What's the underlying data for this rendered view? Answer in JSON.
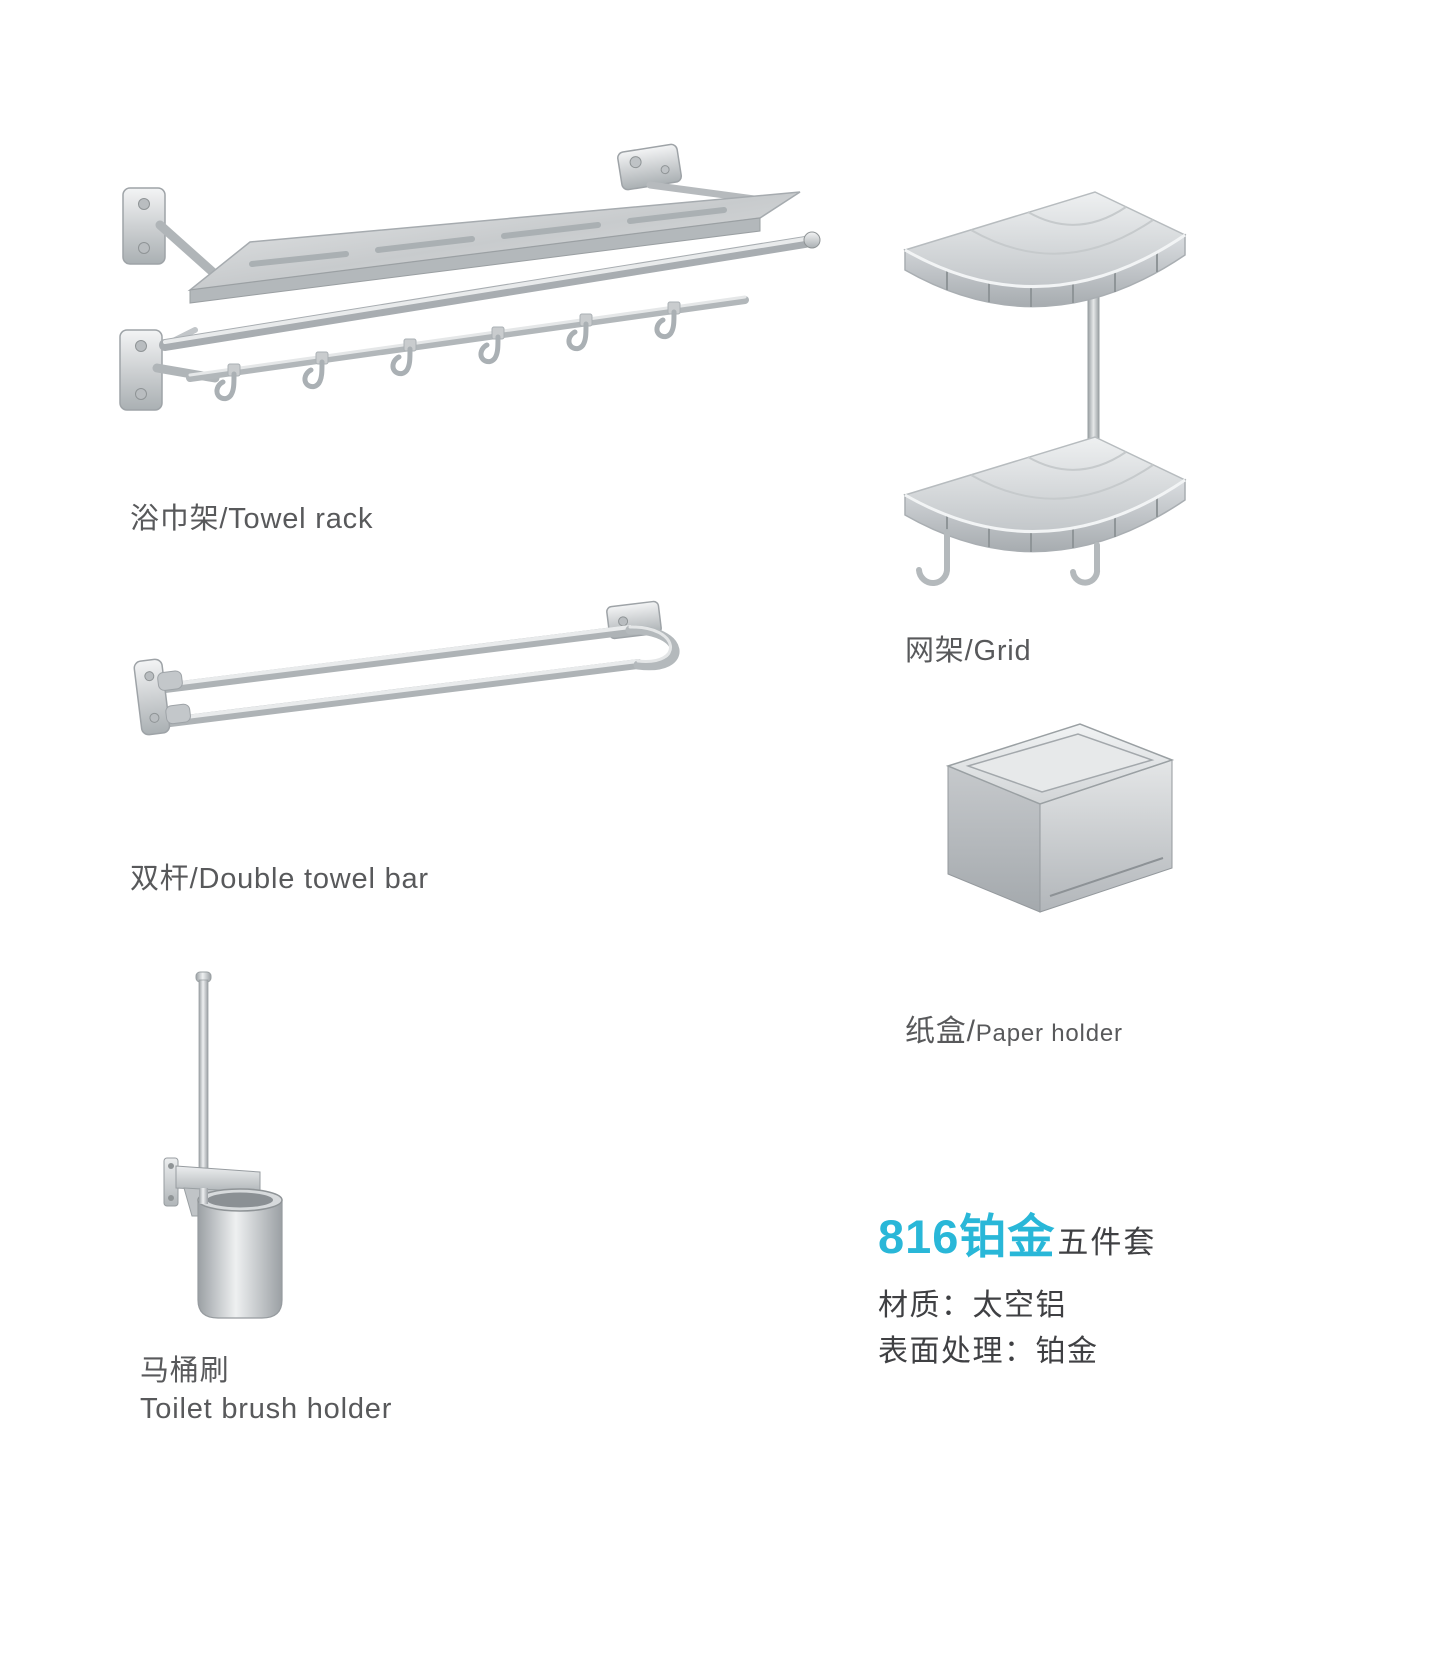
{
  "palette": {
    "accent": "#29b7d8",
    "caption_gray": "#58595b",
    "spec_gray": "#3f4043",
    "background": "#ffffff",
    "product_silver": "#c9ccce"
  },
  "products": {
    "towel_rack": {
      "label": "浴巾架/Towel rack"
    },
    "grid": {
      "label": "网架/Grid"
    },
    "double_towel_bar": {
      "label": "双杆/Double towel bar"
    },
    "paper_holder": {
      "label_cn": "纸盒/",
      "label_en": "Paper holder"
    },
    "toilet_brush": {
      "label_cn": "马桶刷",
      "label_en": "Toilet brush holder"
    }
  },
  "title": {
    "model": "816铂金",
    "set": "五件套"
  },
  "specs": {
    "material": "材质：太空铝",
    "surface": "表面处理：铂金"
  }
}
